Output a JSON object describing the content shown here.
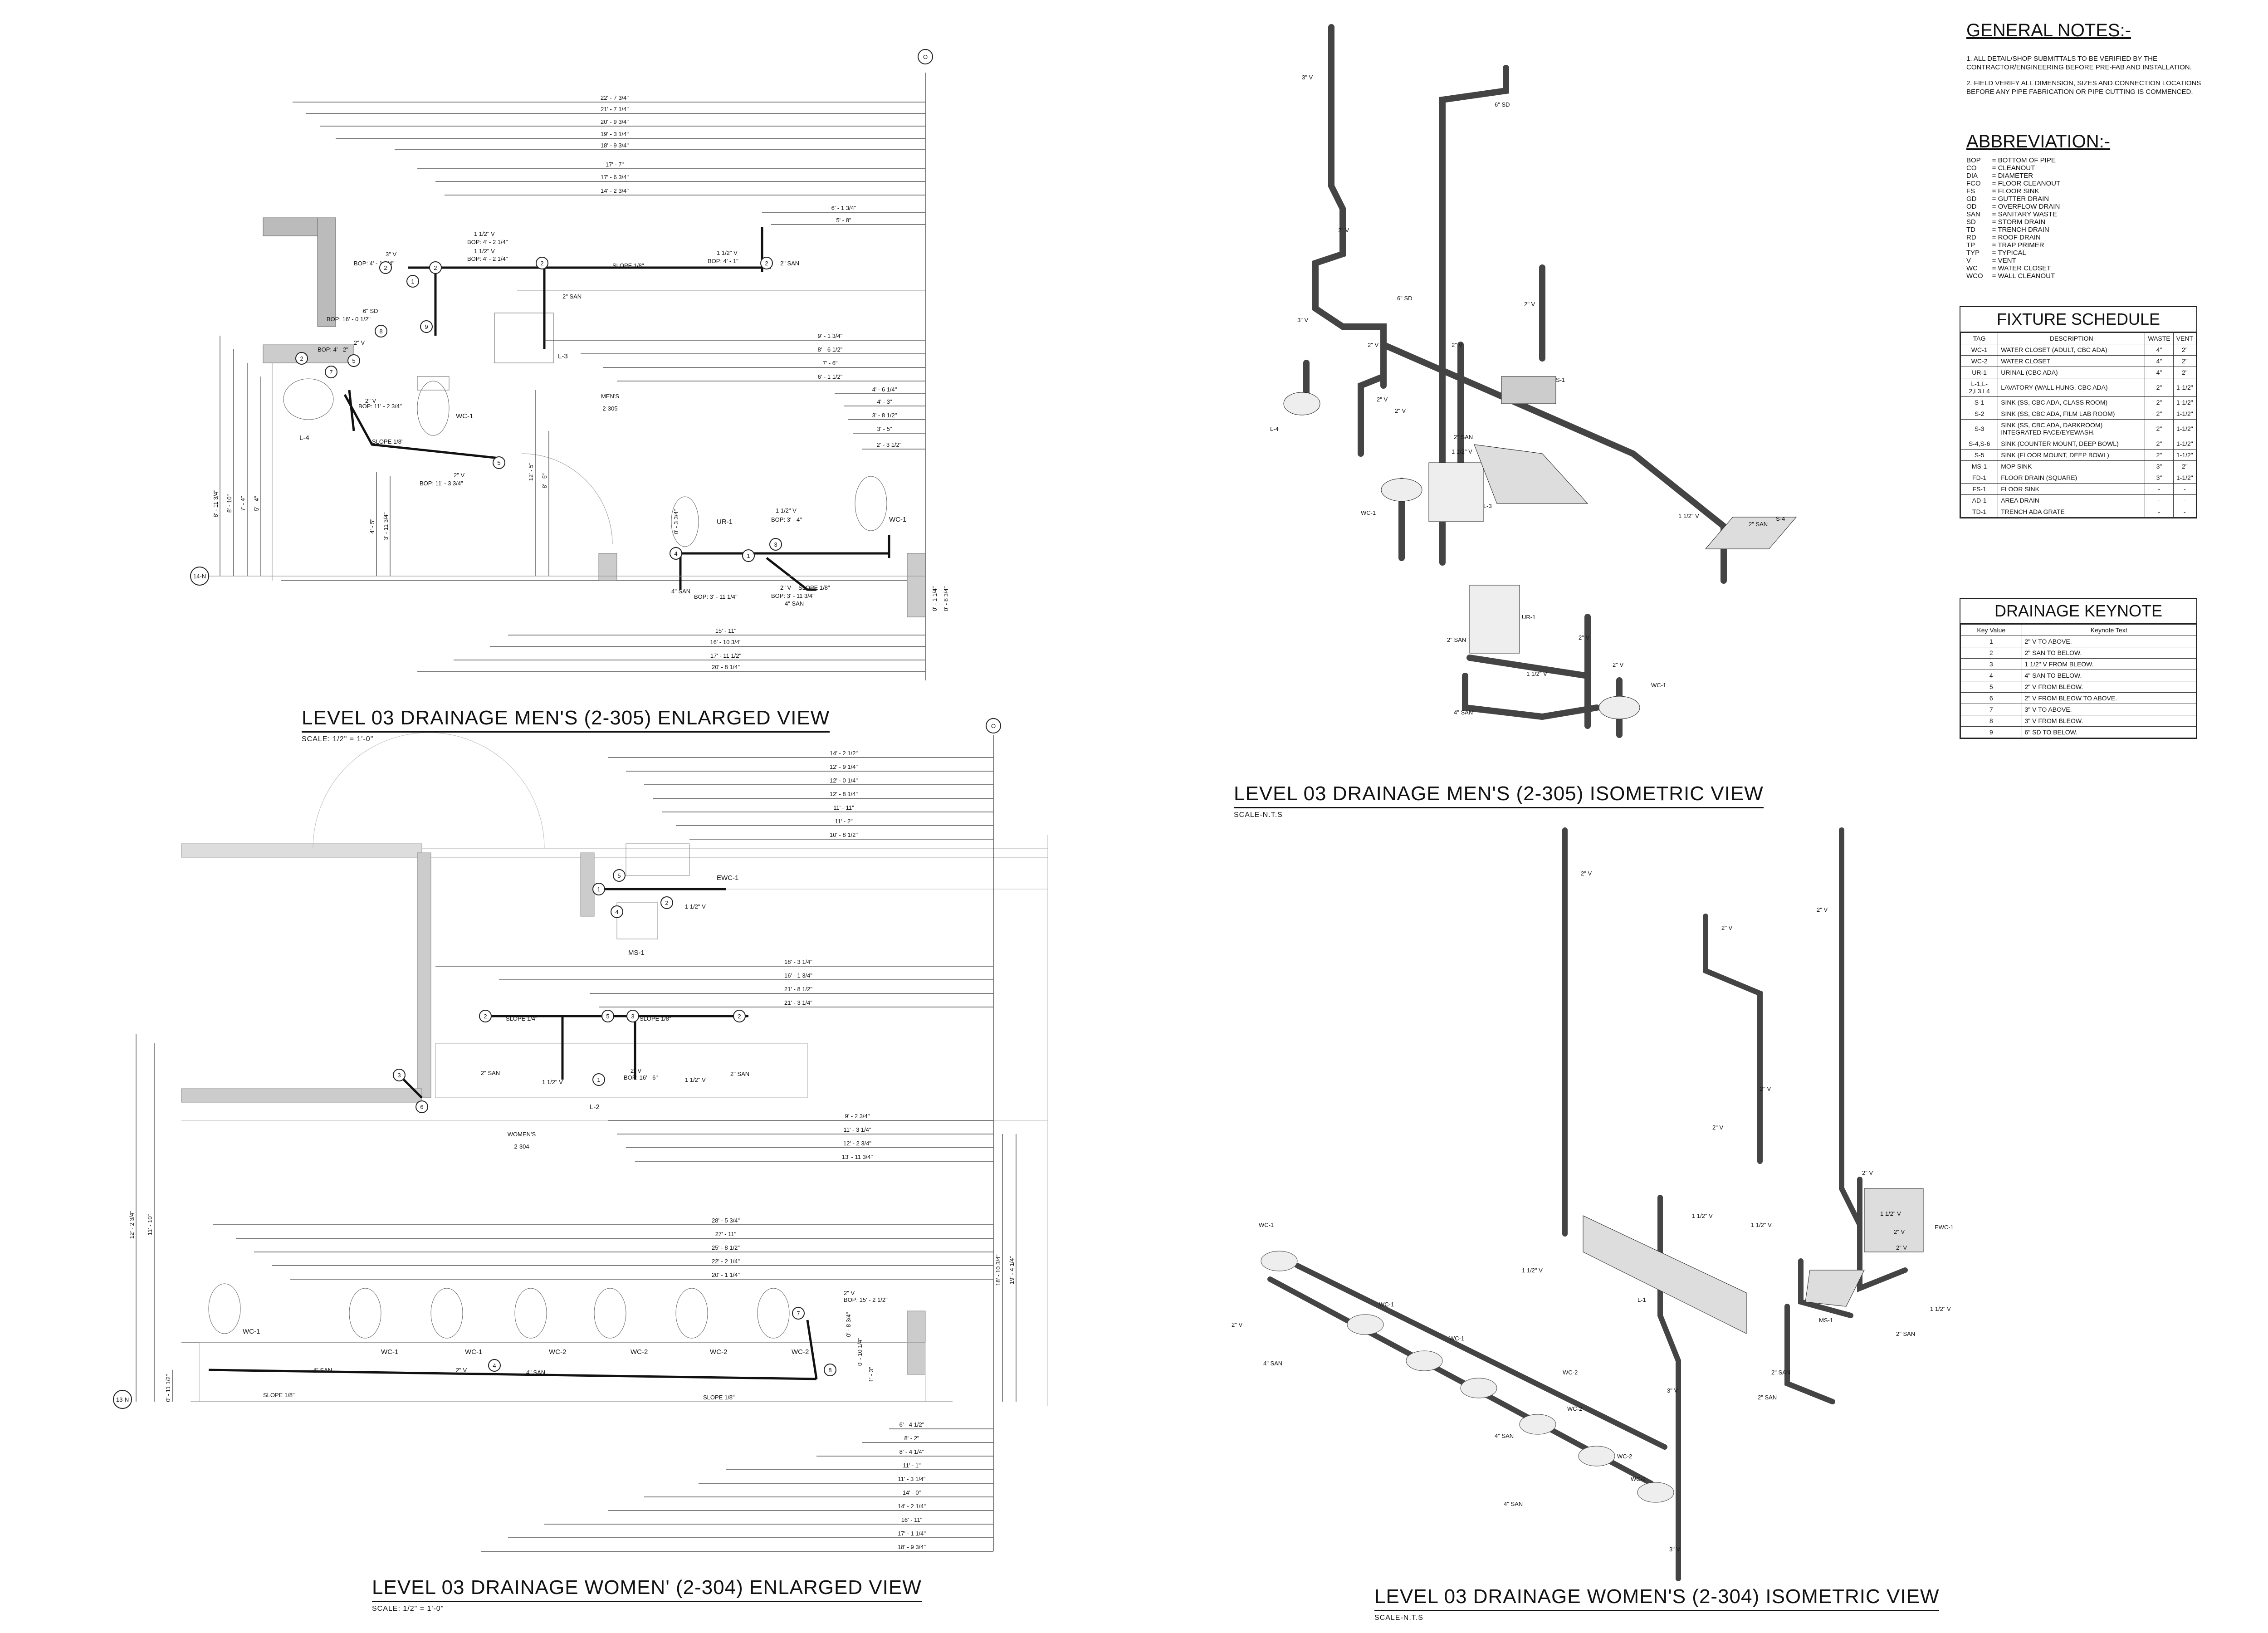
{
  "sheet_titles": {
    "mens_plan": "LEVEL 03 DRAINAGE MEN'S (2-305) ENLARGED VIEW",
    "mens_plan_scale": "SCALE: 1/2\" = 1'-0\"",
    "mens_iso": "LEVEL 03 DRAINAGE MEN'S (2-305)  ISOMETRIC VIEW",
    "mens_iso_scale": "SCALE-N.T.S",
    "womens_plan": "LEVEL 03 DRAINAGE WOMEN' (2-304) ENLARGED VIEW",
    "womens_plan_scale": "SCALE: 1/2\" = 1'-0\"",
    "womens_iso": "LEVEL 03 DRAINAGE WOMEN'S (2-304) ISOMETRIC VIEW",
    "womens_iso_scale": "SCALE-N.T.S"
  },
  "general_notes": {
    "heading": "GENERAL NOTES:-",
    "items": [
      "1.  ALL DETAIL/SHOP SUBMITTALS TO BE VERIFIED BY THE CONTRACTOR/ENGINEERING BEFORE PRE-FAB AND INSTALLATION.",
      "2.  FIELD VERIFY ALL DIMENSION, SIZES AND CONNECTION LOCATIONS BEFORE ANY PIPE FABRICATION OR PIPE CUTTING IS COMMENCED."
    ]
  },
  "abbreviations": {
    "heading": "ABBREVIATION:-",
    "items": [
      {
        "k": "BOP",
        "v": "= BOTTOM OF PIPE"
      },
      {
        "k": "CO",
        "v": "= CLEANOUT"
      },
      {
        "k": "DIA",
        "v": "= DIAMETER"
      },
      {
        "k": "FCO",
        "v": "= FLOOR CLEANOUT"
      },
      {
        "k": "FS",
        "v": "= FLOOR SINK"
      },
      {
        "k": "GD",
        "v": "= GUTTER DRAIN"
      },
      {
        "k": "OD",
        "v": "= OVERFLOW DRAIN"
      },
      {
        "k": "SAN",
        "v": "= SANITARY WASTE"
      },
      {
        "k": "SD",
        "v": "= STORM DRAIN"
      },
      {
        "k": "TD",
        "v": "= TRENCH DRAIN"
      },
      {
        "k": "RD",
        "v": "= ROOF DRAIN"
      },
      {
        "k": "TP",
        "v": "= TRAP PRIMER"
      },
      {
        "k": "TYP",
        "v": "= TYPICAL"
      },
      {
        "k": "V",
        "v": "= VENT"
      },
      {
        "k": "WC",
        "v": "= WATER CLOSET"
      },
      {
        "k": "WCO",
        "v": "= WALL CLEANOUT"
      }
    ]
  },
  "fixture_schedule": {
    "heading": "FIXTURE SCHEDULE",
    "columns": [
      "TAG",
      "DESCRIPTION",
      "WASTE",
      "VENT"
    ],
    "rows": [
      [
        "WC-1",
        "WATER CLOSET (ADULT, CBC ADA)",
        "4\"",
        "2\""
      ],
      [
        "WC-2",
        "WATER CLOSET",
        "4\"",
        "2\""
      ],
      [
        "UR-1",
        "URINAL (CBC ADA)",
        "4\"",
        "2\""
      ],
      [
        "L-1,L-2,L3,L4",
        "LAVATORY (WALL HUNG, CBC ADA)",
        "2\"",
        "1-1/2\""
      ],
      [
        "S-1",
        "SINK (SS, CBC ADA, CLASS ROOM)",
        "2\"",
        "1-1/2\""
      ],
      [
        "S-2",
        "SINK (SS, CBC ADA, FILM LAB ROOM)",
        "2\"",
        "1-1/2\""
      ],
      [
        "S-3",
        "SINK (SS, CBC ADA, DARKROOM) INTEGRATED FACE/EYEWASH.",
        "2\"",
        "1-1/2\""
      ],
      [
        "S-4,S-6",
        "SINK (COUNTER MOUNT, DEEP BOWL)",
        "2\"",
        "1-1/2\""
      ],
      [
        "S-5",
        "SINK (FLOOR MOUNT, DEEP BOWL)",
        "2\"",
        "1-1/2\""
      ],
      [
        "MS-1",
        "MOP SINK",
        "3\"",
        "2\""
      ],
      [
        "FD-1",
        "FLOOR DRAIN (SQUARE)",
        "3\"",
        "1-1/2\""
      ],
      [
        "FS-1",
        "FLOOR SINK",
        "-",
        "-"
      ],
      [
        "AD-1",
        "AREA DRAIN",
        "-",
        "-"
      ],
      [
        "TD-1",
        "TRENCH ADA GRATE",
        "-",
        "-"
      ]
    ]
  },
  "drainage_keynote": {
    "heading": "DRAINAGE KEYNOTE",
    "columns": [
      "Key Value",
      "Keynote Text"
    ],
    "rows": [
      [
        "1",
        "2\" V TO ABOVE."
      ],
      [
        "2",
        "2\" SAN TO BELOW."
      ],
      [
        "3",
        "1 1/2\" V FROM BLEOW."
      ],
      [
        "4",
        "4\" SAN TO BELOW."
      ],
      [
        "5",
        "2\" V FROM BLEOW."
      ],
      [
        "6",
        "2\" V FROM BLEOW TO ABOVE."
      ],
      [
        "7",
        "3\" V TO ABOVE."
      ],
      [
        "8",
        "3\" V FROM BLEOW."
      ],
      [
        "9",
        "6\" SD TO BELOW."
      ]
    ]
  },
  "mens_plan": {
    "dims_top": [
      "22' - 7 3/4\"",
      "21' - 7 1/4\"",
      "20' - 9 3/4\"",
      "19' - 3 1/4\"",
      "18' - 9 3/4\"",
      "17' - 7\"",
      "17' - 6 3/4\"",
      "14' - 2 3/4\"",
      "6' - 1 3/4\"",
      "5' - 8\""
    ],
    "dims_right": [
      "9' - 1 3/4\"",
      "8' - 6 1/2\"",
      "7' - 6\"",
      "6' - 1 1/2\"",
      "4' - 6 1/4\"",
      "4' - 3\"",
      "3' - 8 1/2\"",
      "3' - 5\"",
      "2' - 3 1/2\""
    ],
    "dims_bottom": [
      "15' - 11\"",
      "16' - 10 3/4\"",
      "17' - 11 1/2\"",
      "20' - 8 1/4\""
    ],
    "dims_left": [
      "8' - 11 3/4\"",
      "8' - 10\"",
      "7' - 4\"",
      "5' - 4\"",
      "4' - 5\"",
      "3' - 11 3/4\"",
      "12' - 5\"",
      "8' - 5\""
    ],
    "grid_bubbles": [
      "O",
      "14-N"
    ],
    "notes": [
      "3\" V",
      "BOP: 4' - 1 3/4\"",
      "1 1/2\" V",
      "BOP: 4' - 2 1/4\"",
      "1 1/2\" V",
      "BOP: 4' - 2 1/4\"",
      "SLOPE 1/8\"",
      "1 1/2\" V",
      "BOP: 4' - 1\"",
      "2\" SAN",
      "6\" SD",
      "BOP: 16' - 0 1/2\"",
      "2\" V",
      "BOP: 4' - 2\"",
      "2\" V",
      "BOP: 11' - 2 3/4\"",
      "SLOPE 1/8\"",
      "2\" V",
      "BOP: 11' - 3 3/4\"",
      "2\" SAN",
      "1 1/2\" V",
      "BOP: 3' - 4\"",
      "SLOPE 1/8\"",
      "2\" V",
      "BOP: 3' - 11 3/4\"",
      "4\" SAN",
      "4\" SAN",
      "BOP: 3' - 11 1/4\""
    ],
    "fixtures": [
      "L-3",
      "L-4",
      "WC-1",
      "UR-1",
      "WC-1"
    ],
    "room": [
      "MEN'S",
      "2-305"
    ],
    "misc_dims": [
      "0' - 3 3/4\"",
      "0' - 1 1/4\"",
      "0' - 8 3/4\""
    ]
  },
  "womens_plan": {
    "dims_top": [
      "14' - 2 1/2\"",
      "12' - 9 1/4\"",
      "12' - 0 1/4\"",
      "12' - 8 1/4\"",
      "11' - 11\"",
      "11' - 2\"",
      "10' - 8 1/2\""
    ],
    "dims_mid": [
      "18' - 3 1/4\"",
      "16' - 1 3/4\"",
      "21' - 8 1/2\"",
      "21' - 3 1/4\""
    ],
    "dims_right_l2": [
      "9' - 2 3/4\"",
      "11' - 3 1/4\"",
      "12' - 2 3/4\"",
      "13' - 11 3/4\""
    ],
    "dims_wc": [
      "28' - 5 3/4\"",
      "27' - 11\"",
      "25' - 8 1/2\"",
      "22' - 2 1/4\"",
      "20' - 1 1/4\""
    ],
    "dims_bottom": [
      "6' - 4 1/2\"",
      "8' - 2\"",
      "8' - 4 1/4\"",
      "11' - 1\"",
      "11' - 3 1/4\"",
      "14' - 0\"",
      "14' - 2 1/4\"",
      "16' - 11\"",
      "17' - 1 1/4\"",
      "18' - 9 3/4\""
    ],
    "dims_left": [
      "12' - 2 3/4\"",
      "11' - 10\"",
      "0' - 11 1/2\""
    ],
    "dims_right": [
      "18' - 10 3/4\"",
      "19' - 4 1/4\"",
      "0' - 8 3/4\"",
      "0' - 10 1/4\"",
      "1' - 3\""
    ],
    "grid_bubbles": [
      "O",
      "13-N"
    ],
    "notes": [
      "SLOPE 1/4\"",
      "SLOPE 1/8\"",
      "2\" SAN",
      "1 1/2\" V",
      "2\" V",
      "BOP: 16' - 6\"",
      "1 1/2\" V",
      "2\" SAN",
      "1 1/2\" V",
      "2\" V",
      "BOP: 15' - 2 1/2\"",
      "4\" SAN",
      "2\" V",
      "SLOPE 1/8\"",
      "4\" SAN",
      "SLOPE 1/8\""
    ],
    "fixtures": [
      "EWC-1",
      "MS-1",
      "L-2",
      "WC-1",
      "WC-1",
      "WC-1",
      "WC-2",
      "WC-2",
      "WC-2",
      "WC-2"
    ],
    "room": [
      "WOMEN'S",
      "2-304"
    ]
  },
  "mens_iso": {
    "labels": [
      "3\" V",
      "6\" SD",
      "2\" V",
      "3\" V",
      "6\" SD",
      "2\" V",
      "2\" V",
      "2\" V",
      "L-4",
      "2\" V",
      "2\" V",
      "2\" SAN",
      "S-1",
      "1 1/2\" V",
      "L-3",
      "WC-1",
      "1 1/2\" V",
      "2\" SAN",
      "S-4",
      "UR-1",
      "2\" SAN",
      "2\" V",
      "1 1/2\" V",
      "2\" V",
      "WC-1",
      "4\" SAN"
    ]
  },
  "womens_iso": {
    "labels": [
      "2\" V",
      "2\" V",
      "2\" V",
      "2\" V",
      "2\" V",
      "2\" V",
      "1 1/2\" V",
      "1 1/2\" V",
      "1 1/2\" V",
      "1 1/2\" V",
      "L-1",
      "2\" V",
      "2\" V",
      "EWC-1",
      "1 1/2\" V",
      "MS-1",
      "2\" SAN",
      "2\" SAN",
      "2\" SAN",
      "WC-1",
      "2\" V",
      "WC-1",
      "4\" SAN",
      "WC-1",
      "WC-2",
      "4\" SAN",
      "WC-2",
      "WC-2",
      "4\" SAN",
      "WC-2",
      "3\" V",
      "3\" V"
    ]
  }
}
